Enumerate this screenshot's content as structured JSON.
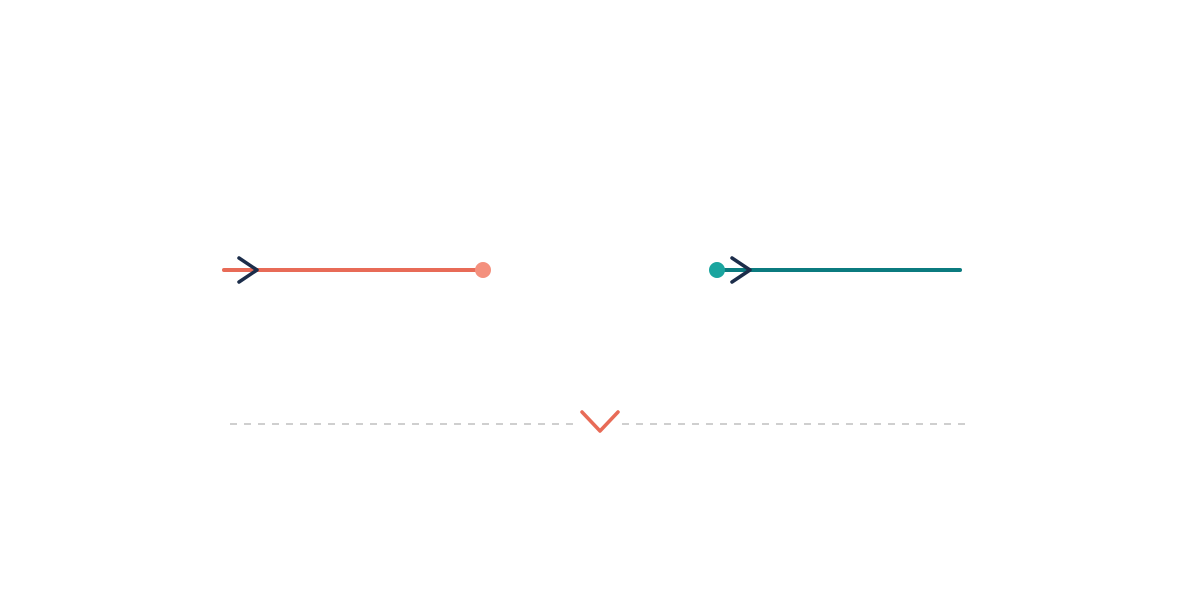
{
  "colors": {
    "background": "#ffffff",
    "coral_line": "#e86b57",
    "coral_dot": "#f4907d",
    "teal_line": "#0b7b7f",
    "teal_dot": "#1aa59f",
    "navy_arrow": "#1c2d4a",
    "divider_dash": "#cfcfcf",
    "divider_chevron": "#e86b57"
  },
  "connectors": [
    {
      "name": "left-connector",
      "line_color": "coral_line",
      "endpoint_color": "coral_dot",
      "arrow_color": "navy_arrow",
      "arrow_icon": "chevron-right-icon",
      "endpoint_icon": "dot-icon"
    },
    {
      "name": "right-connector",
      "line_color": "teal_line",
      "endpoint_color": "teal_dot",
      "arrow_color": "navy_arrow",
      "arrow_icon": "chevron-right-icon",
      "endpoint_icon": "dot-icon"
    }
  ],
  "divider": {
    "style": "dashed",
    "color": "divider_dash",
    "toggle_icon": "chevron-down-icon",
    "toggle_color": "divider_chevron"
  }
}
